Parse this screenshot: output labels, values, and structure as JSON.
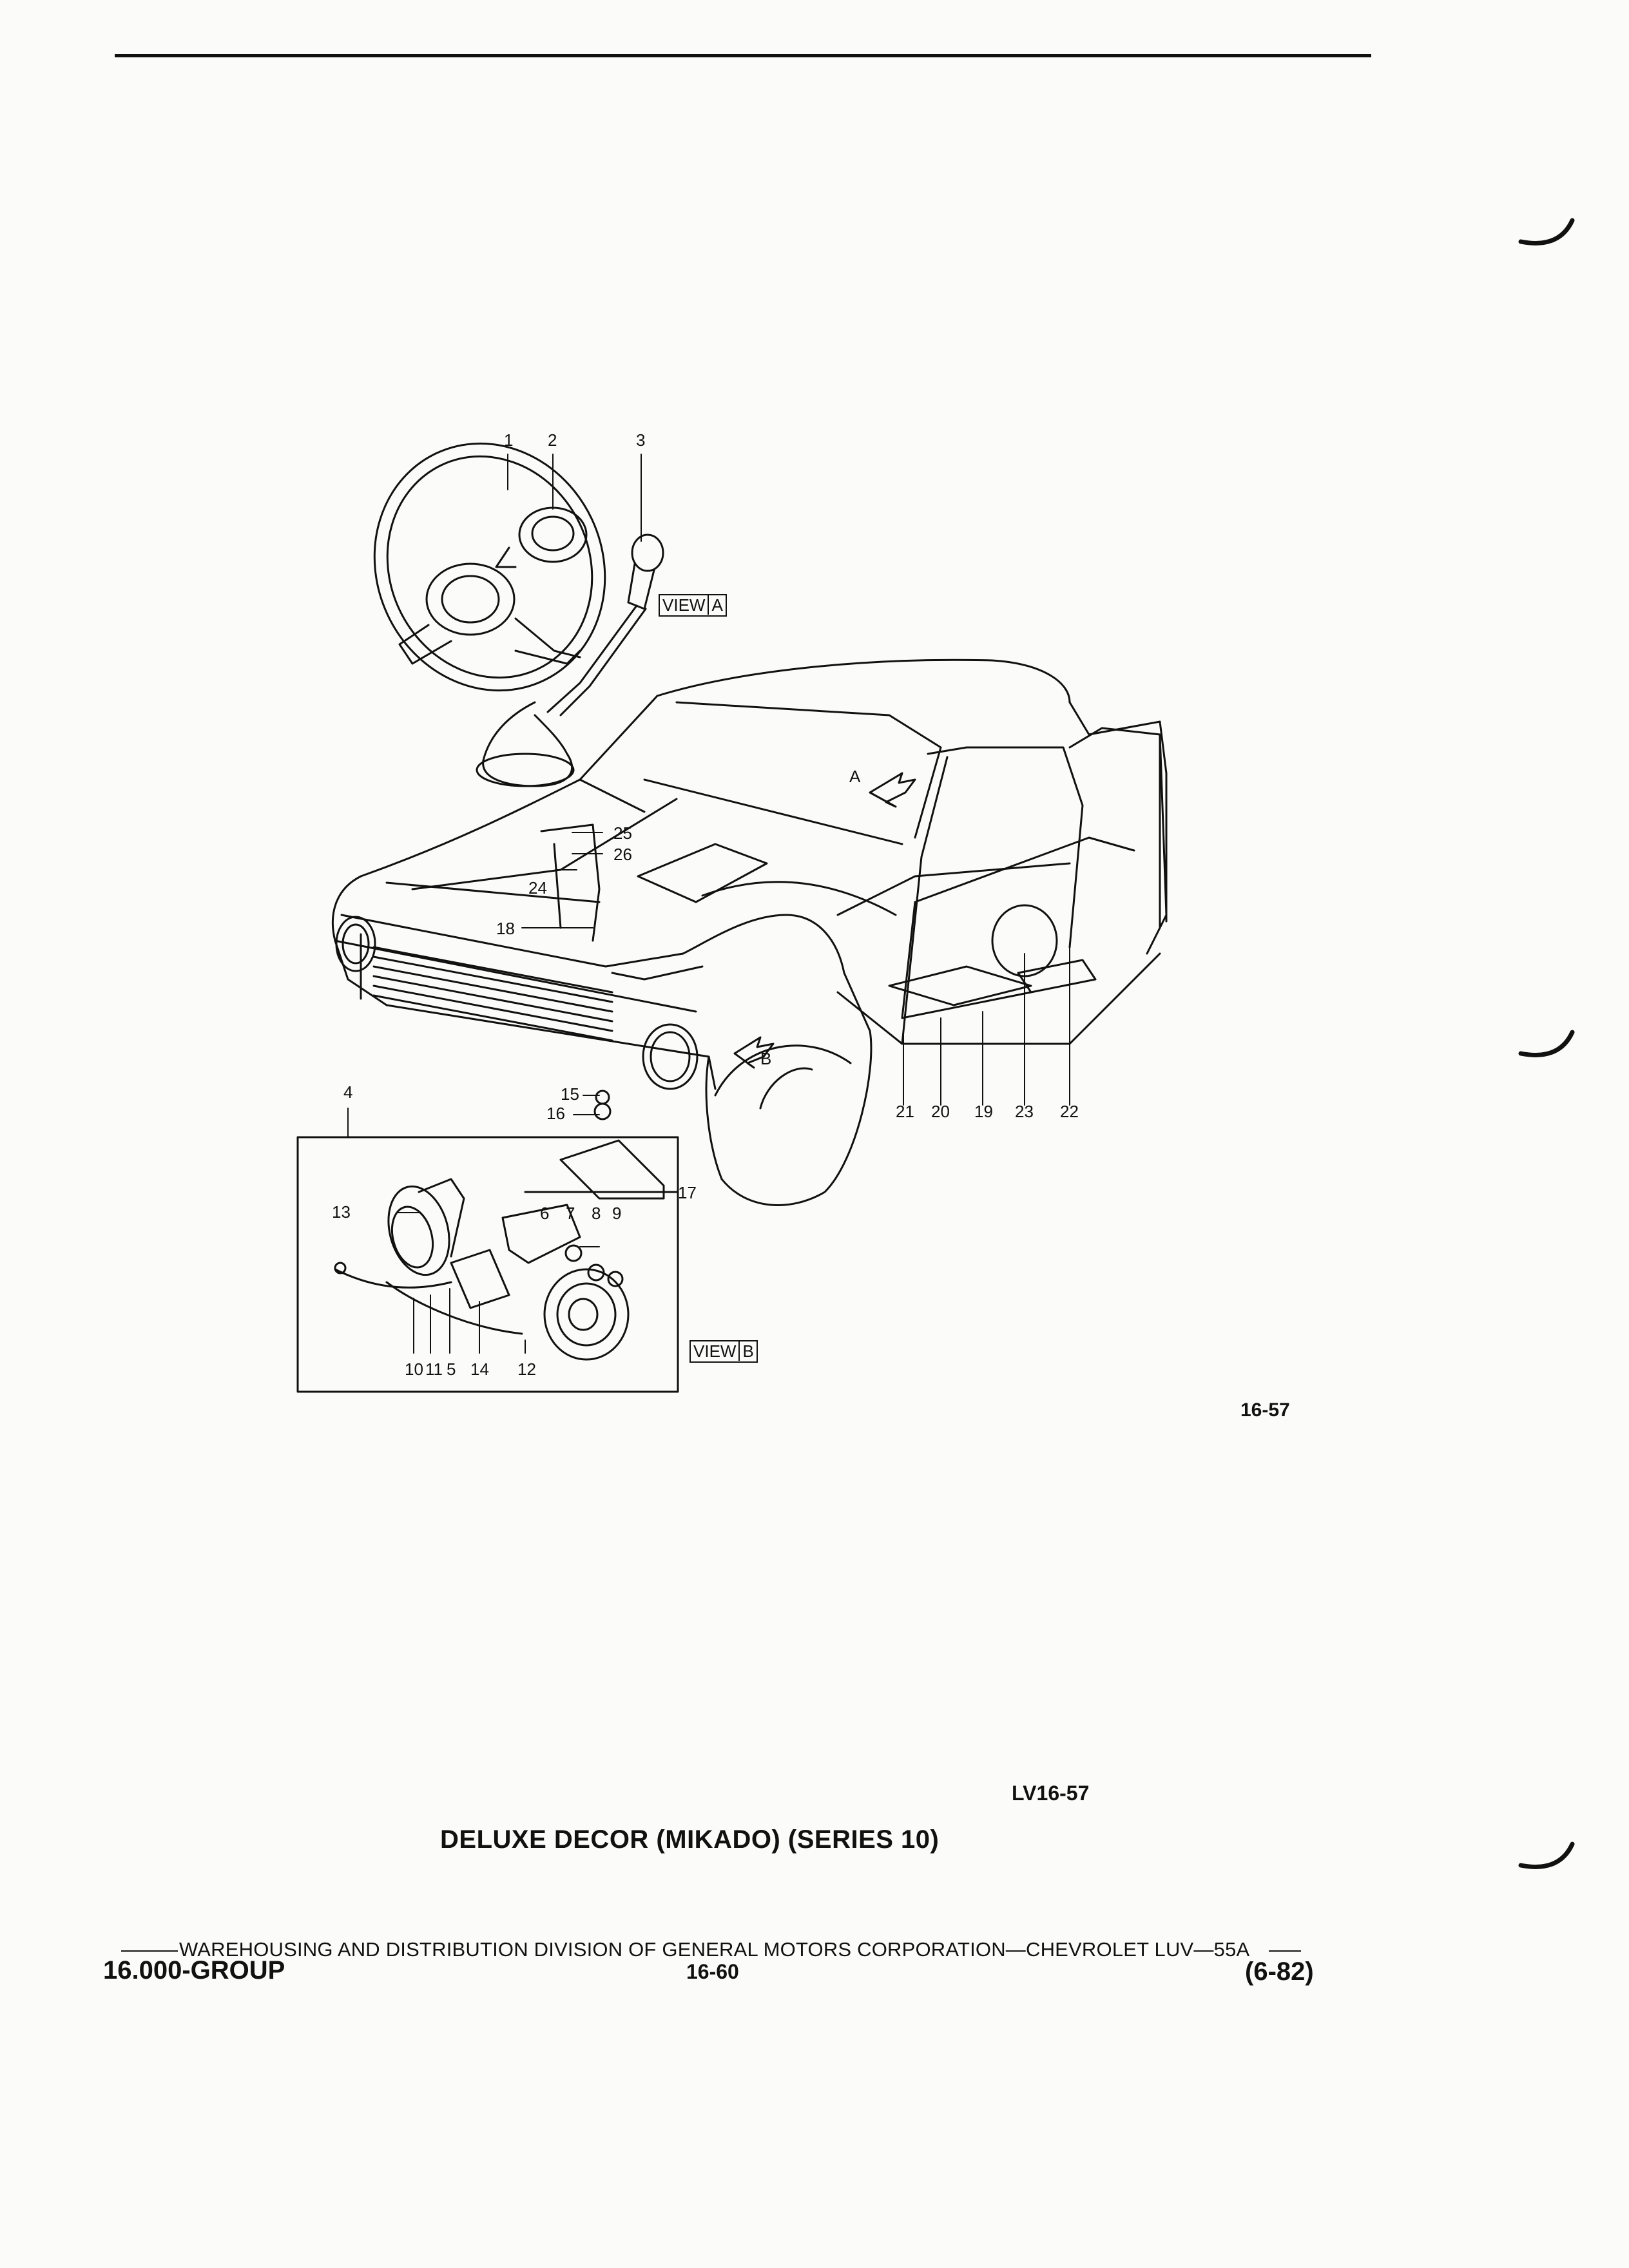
{
  "diagram": {
    "callouts": [
      "1",
      "2",
      "3",
      "4",
      "5",
      "6",
      "7",
      "8",
      "9",
      "10",
      "11",
      "12",
      "13",
      "14",
      "15",
      "16",
      "17",
      "18",
      "19",
      "20",
      "21",
      "22",
      "23",
      "24",
      "25",
      "26"
    ],
    "view_a_label": "VIEW",
    "view_a_letter": "A",
    "view_b_label": "VIEW",
    "view_b_letter": "B",
    "arrow_a": "A",
    "arrow_b": "B",
    "figure_number": "16-57",
    "illustration_id": "LV16-57"
  },
  "title": "DELUXE DECOR (MIKADO) (SERIES 10)",
  "footer": {
    "division_line": "WAREHOUSING AND DISTRIBUTION  DIVISION OF GENERAL MOTORS CORPORATION—CHEVROLET LUV—55A",
    "group": "16.000-GROUP",
    "page": "16-60",
    "date": "(6-82)"
  }
}
